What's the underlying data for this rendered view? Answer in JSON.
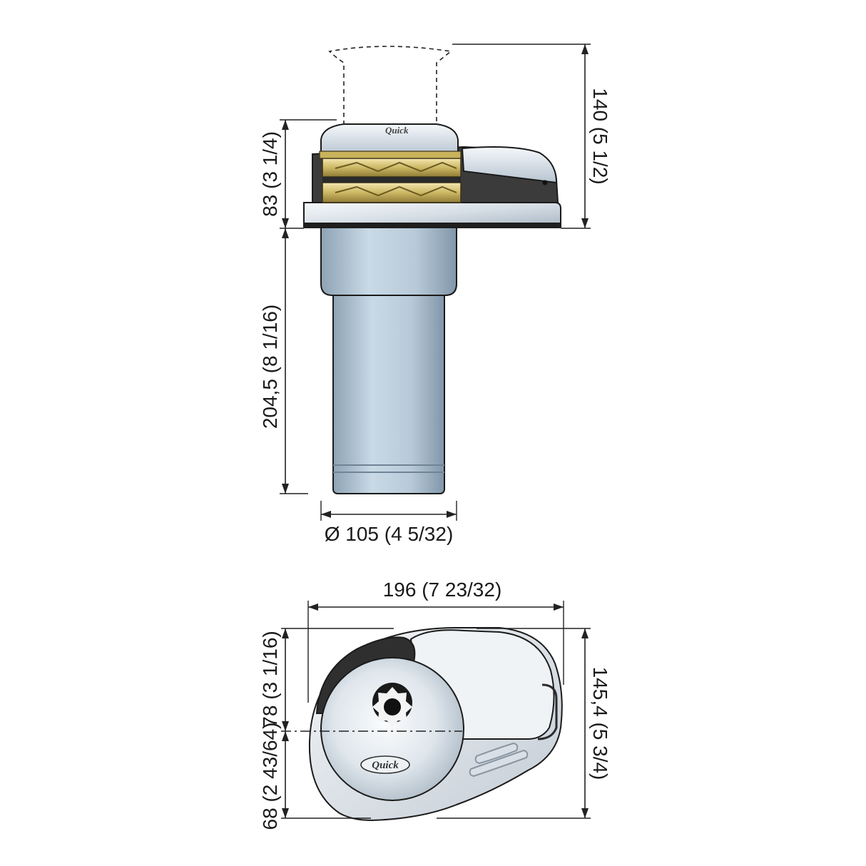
{
  "side_view": {
    "height_above_deck": "140 (5 1/2)",
    "deck_unit_height": "83 (3 1/4)",
    "below_deck_height": "204,5 (8 1/16)",
    "diameter": "Ø 105 (4 5/32)"
  },
  "top_view": {
    "width": "196 (7 23/32)",
    "depth_total": "145,4 (5 3/4)",
    "depth_front": "78 (3 1/16)",
    "depth_rear": "68 (2 43/64)"
  },
  "brand": "Quick",
  "colors": {
    "body_blue": "#b9cbd9",
    "chrome": "#e8edf2",
    "gypsy_gold": "#d9c77a",
    "cover_dark": "#3a3a3a",
    "outline": "#1b1b1b"
  }
}
